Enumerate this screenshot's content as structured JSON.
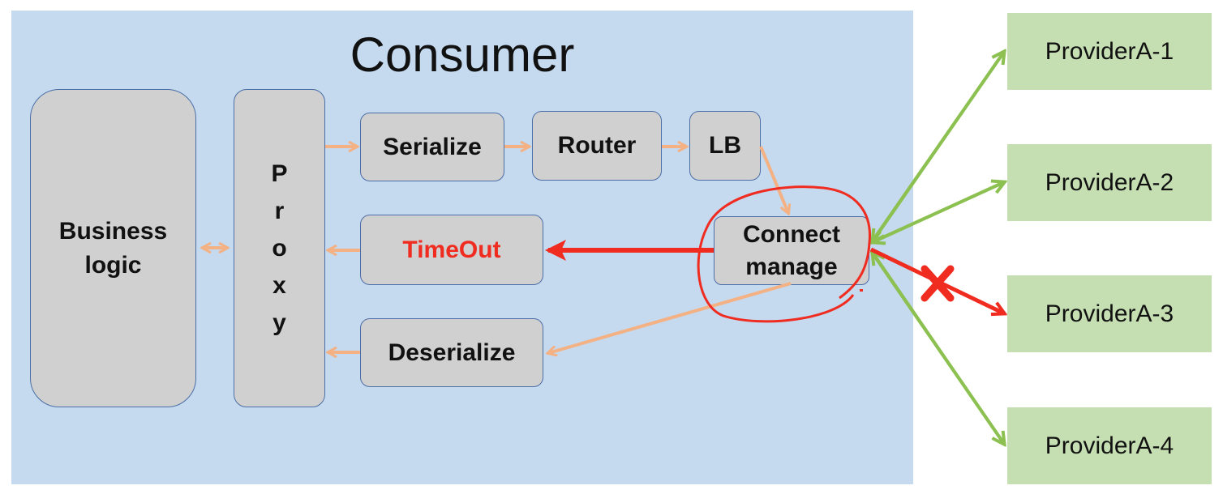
{
  "title": "Consumer",
  "components": {
    "business_logic": [
      "Business",
      "logic"
    ],
    "proxy_letters": [
      "P",
      "r",
      "o",
      "x",
      "y"
    ],
    "serialize": "Serialize",
    "router": "Router",
    "lb": "LB",
    "timeout": "TimeOut",
    "deserialize": "Deserialize",
    "connect_manage": [
      "Connect",
      "manage"
    ]
  },
  "providers": [
    "ProviderA-1",
    "ProviderA-2",
    "ProviderA-3",
    "ProviderA-4"
  ],
  "colors": {
    "panel": "#c5d9ef",
    "box": "#d0d0d0",
    "box_border": "#4a6ea5",
    "provider": "#c5dfb3",
    "flow_arrow": "#f4b183",
    "provider_arrow": "#8cc152",
    "alert_red": "#f02b20"
  }
}
